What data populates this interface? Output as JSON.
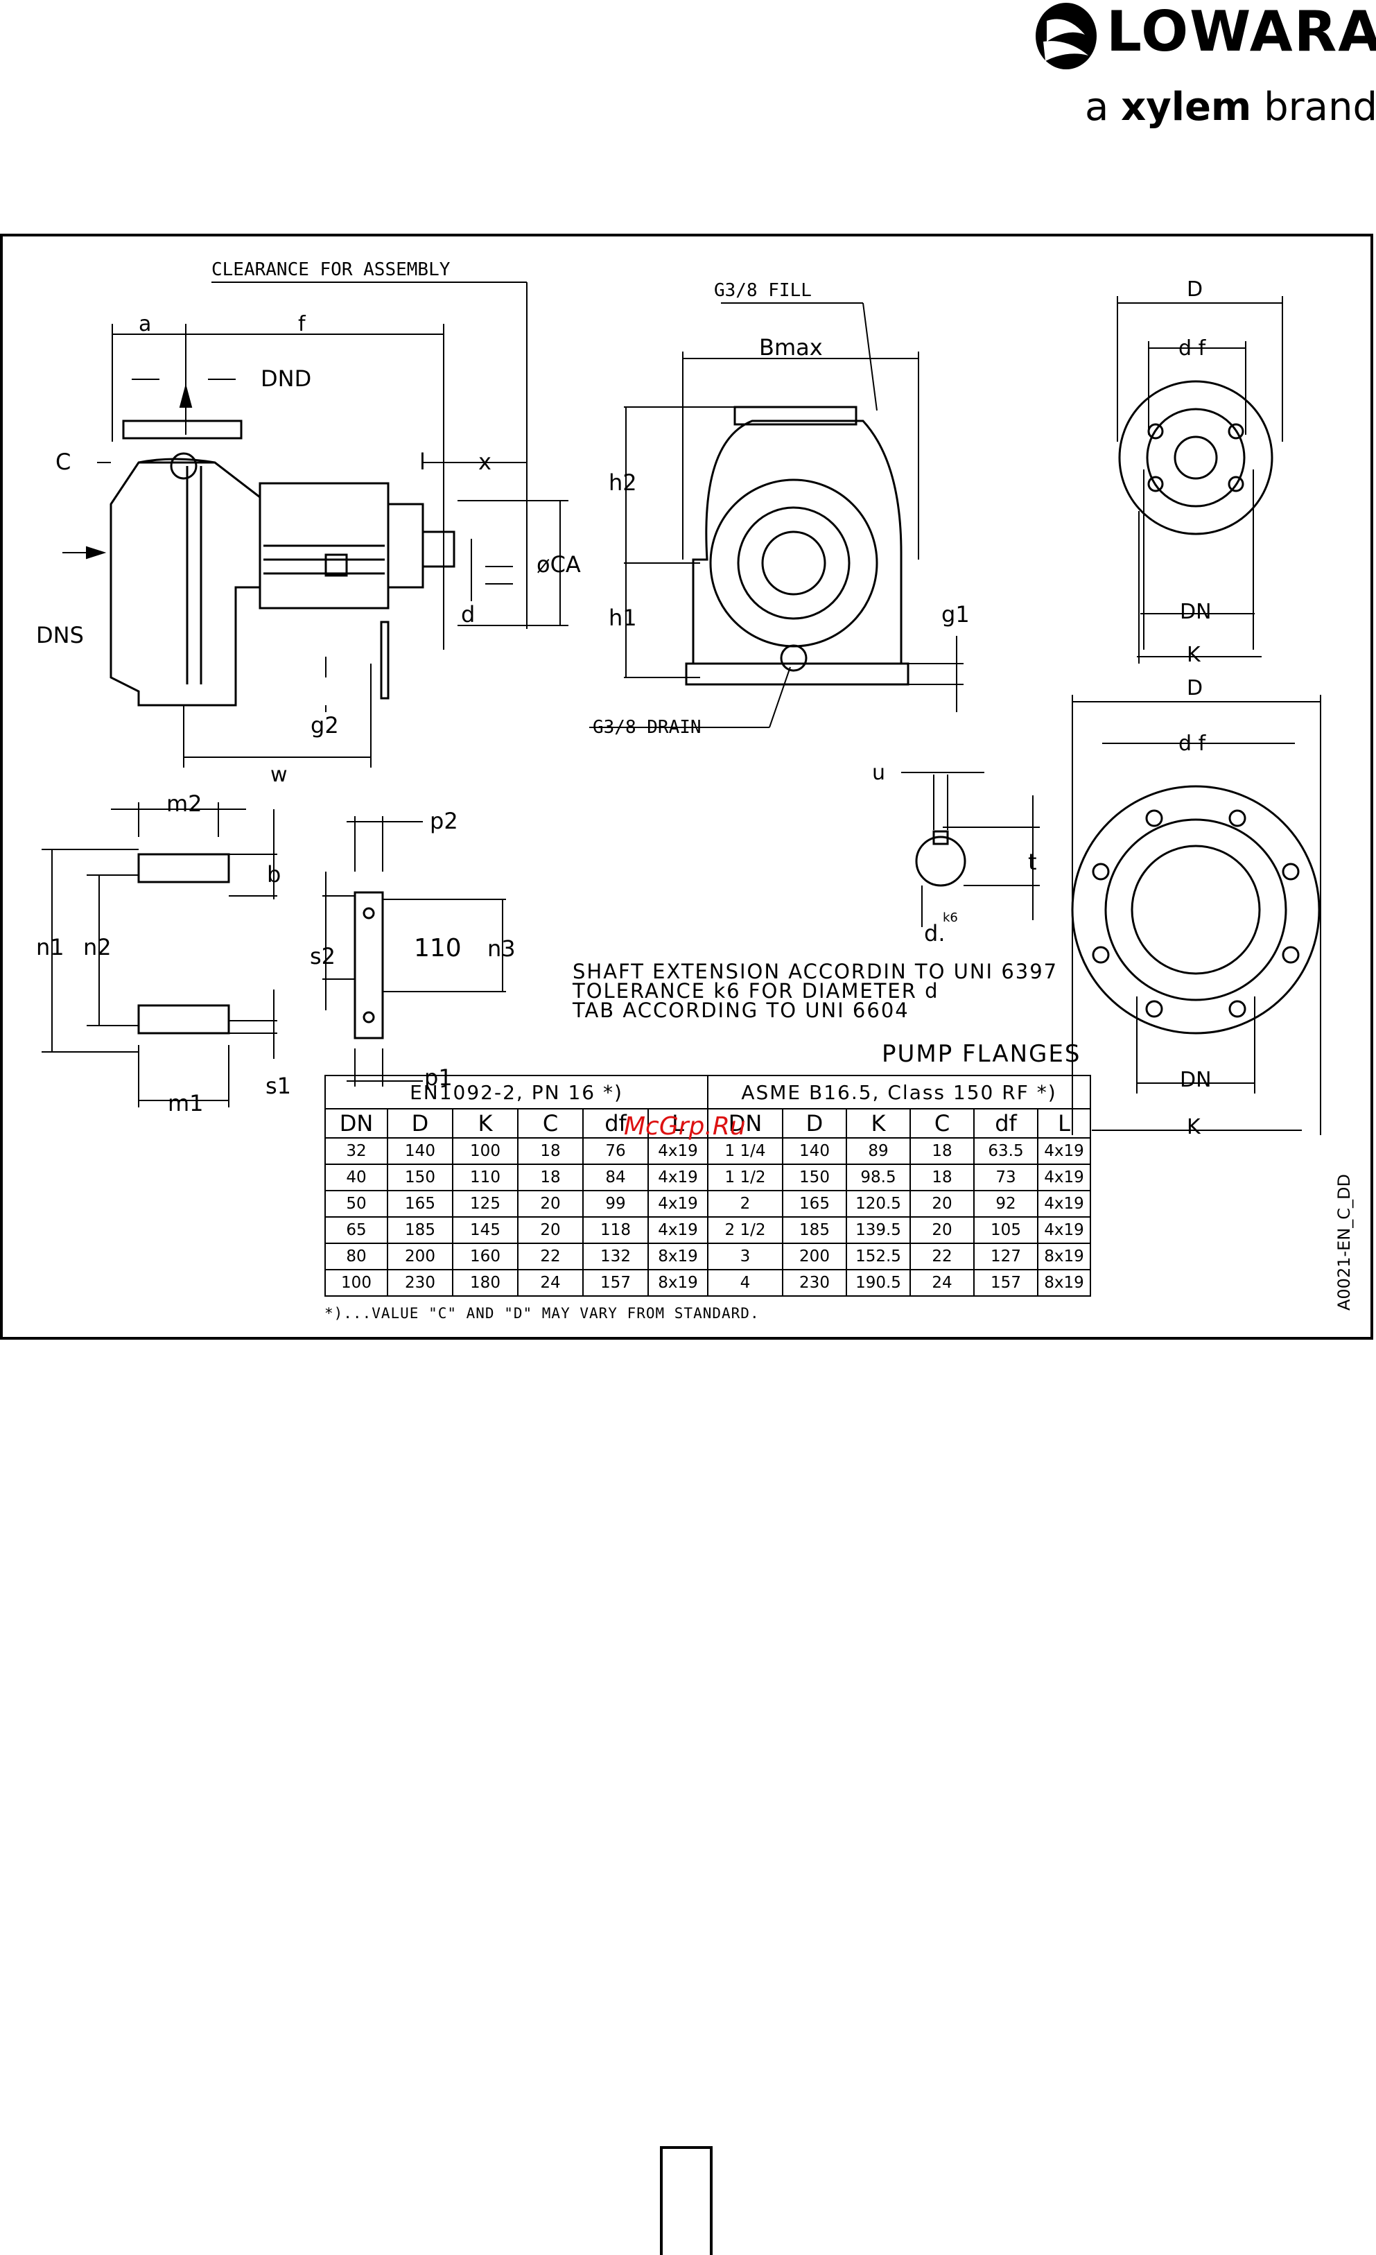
{
  "brand": {
    "name": "LOWARA",
    "tagline_prefix": "a ",
    "tagline_bold": "xylem",
    "tagline_suffix": " brand"
  },
  "labels": {
    "clearance": "CLEARANCE FOR ASSEMBLY",
    "fill": "G3/8 FILL",
    "drain": "G3/8 DRAIN",
    "a": "a",
    "f": "f",
    "dnd": "DND",
    "c": "C",
    "l": "l",
    "x": "x",
    "ca": "øCA",
    "d": "d",
    "dns": "DNS",
    "g2": "g2",
    "w": "w",
    "bmax": "Bmax",
    "h2": "h2",
    "h1": "h1",
    "g1": "g1",
    "D": "D",
    "df": "d f",
    "DN": "DN",
    "K": "K",
    "m2": "m2",
    "b": "b",
    "n1": "n1",
    "n2": "n2",
    "m1": "m1",
    "s1": "s1",
    "p2": "p2",
    "s2": "s2",
    "val110": "110",
    "n3": "n3",
    "p1": "p1",
    "u": "u",
    "t": "t",
    "dk6": "d.",
    "k6": "k6"
  },
  "shaft_notes": [
    "SHAFT EXTENSION ACCORDIN TO UNI 6397",
    "TOLERANCE k6 FOR DIAMETER d",
    "TAB ACCORDING TO UNI 6604"
  ],
  "pump_flanges_title": "PUMP FLANGES",
  "table": {
    "group_en": "EN1092-2, PN 16 *)",
    "group_asme": "ASME B16.5, Class 150 RF *)",
    "headers": [
      "DN",
      "D",
      "K",
      "C",
      "df",
      "L",
      "DN",
      "D",
      "K",
      "C",
      "df",
      "L"
    ],
    "rows": [
      [
        "32",
        "140",
        "100",
        "18",
        "76",
        "4x19",
        "1 1/4",
        "140",
        "89",
        "18",
        "63.5",
        "4x19"
      ],
      [
        "40",
        "150",
        "110",
        "18",
        "84",
        "4x19",
        "1 1/2",
        "150",
        "98.5",
        "18",
        "73",
        "4x19"
      ],
      [
        "50",
        "165",
        "125",
        "20",
        "99",
        "4x19",
        "2",
        "165",
        "120.5",
        "20",
        "92",
        "4x19"
      ],
      [
        "65",
        "185",
        "145",
        "20",
        "118",
        "4x19",
        "2 1/2",
        "185",
        "139.5",
        "20",
        "105",
        "4x19"
      ],
      [
        "80",
        "200",
        "160",
        "22",
        "132",
        "8x19",
        "3",
        "200",
        "152.5",
        "22",
        "127",
        "8x19"
      ],
      [
        "100",
        "230",
        "180",
        "24",
        "157",
        "8x19",
        "4",
        "230",
        "190.5",
        "24",
        "157",
        "8x19"
      ]
    ]
  },
  "footnote": "*)...VALUE \"C\" AND \"D\" MAY VARY FROM STANDARD.",
  "watermark": "McGrp.Ru",
  "drawing_code": "A0021-EN_C_DD"
}
